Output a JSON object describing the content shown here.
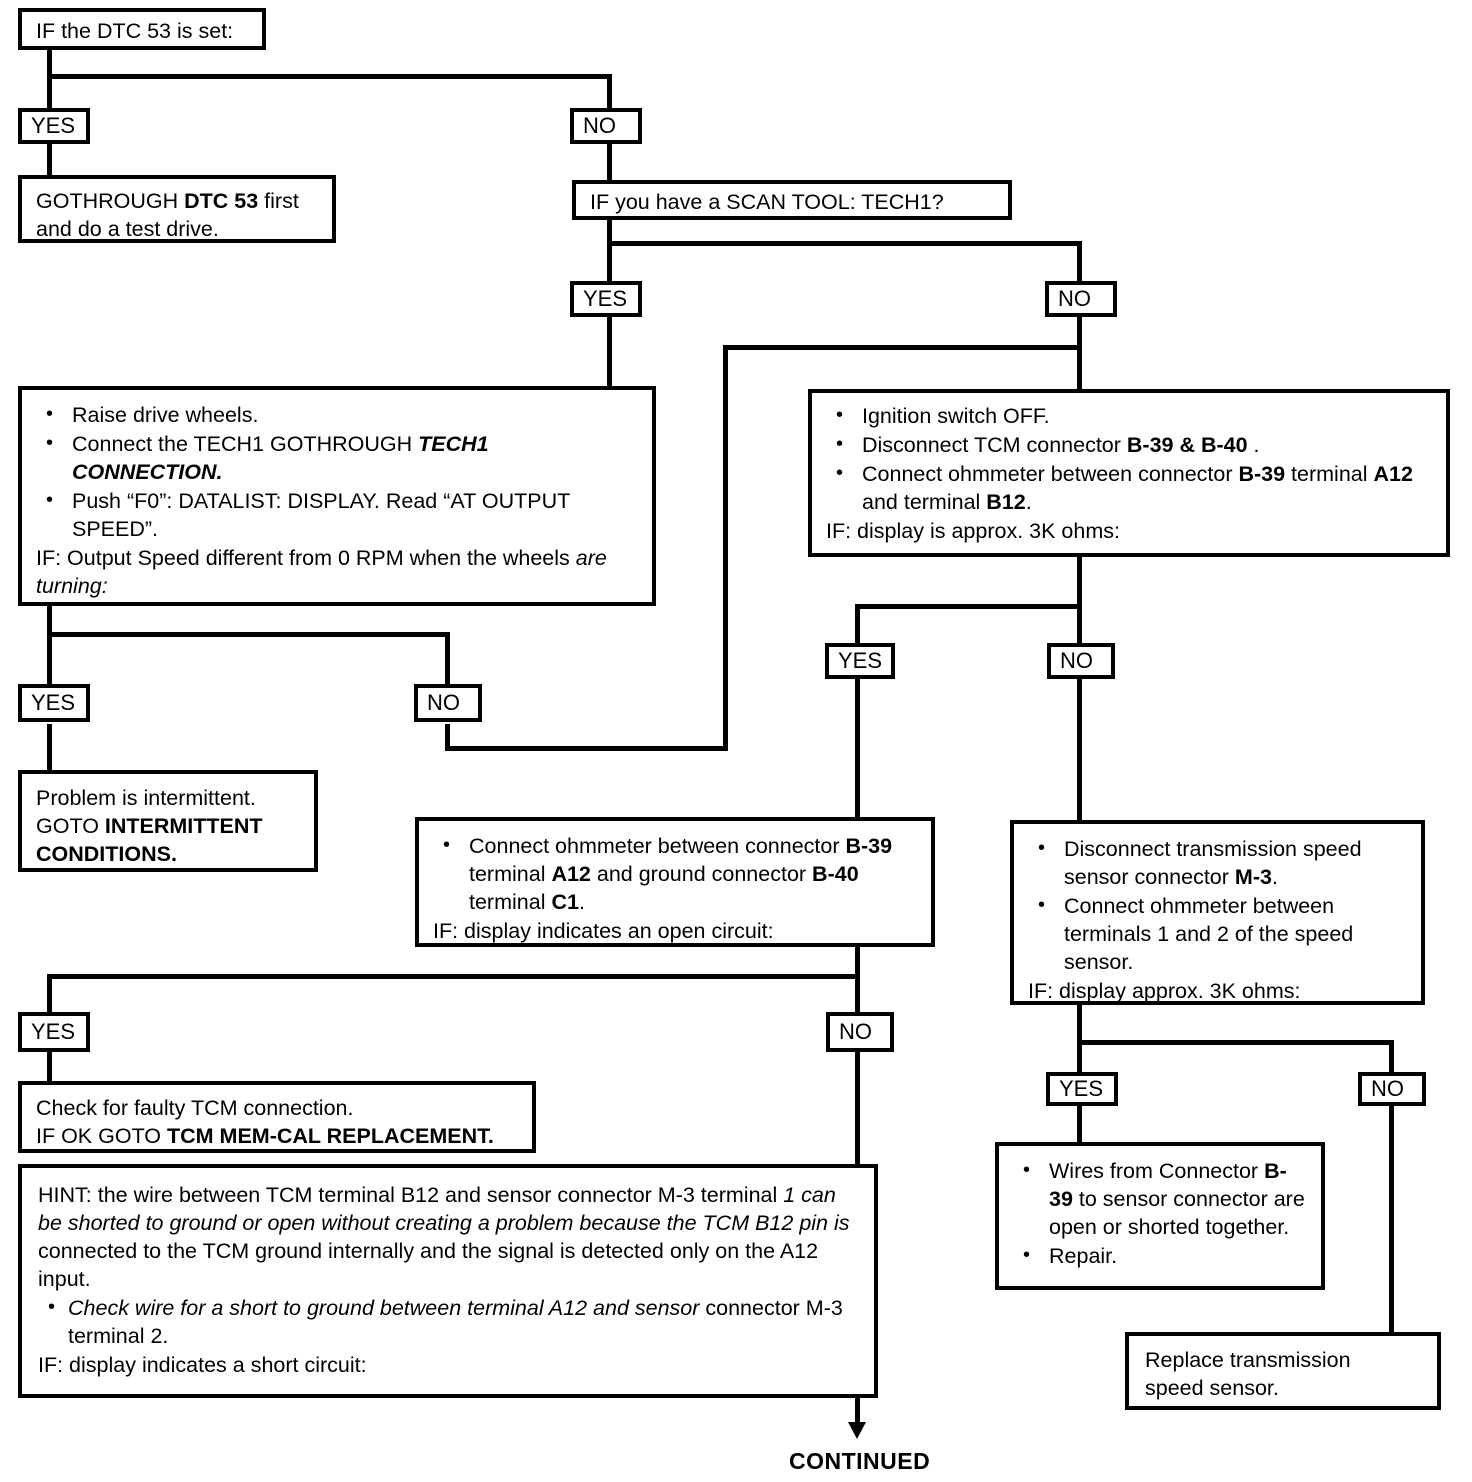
{
  "title": "DTC 53 Transmission Speed Sensor Diagnostic Flowchart",
  "nodes": {
    "start": {
      "text": "IF the DTC 53 is set:"
    },
    "yes1": {
      "label": "YES"
    },
    "no1": {
      "label": "NO"
    },
    "gothrough": {
      "line1_a": "GOTHROUGH ",
      "line1_b": "DTC 53",
      "line1_c": " first",
      "line2": "and do a test drive."
    },
    "scantool": {
      "text": "IF you have a SCAN TOOL: TECH1?"
    },
    "yes2": {
      "label": "YES"
    },
    "no2": {
      "label": "NO"
    },
    "tech_steps": {
      "b1": "Raise drive wheels.",
      "b2_a": "Connect the TECH1 GOTHROUGH ",
      "b2_b": "TECH1 CONNECTION.",
      "b3": "Push “F0”:  DATALIST: DISPLAY.  Read “AT OUTPUT SPEED”.",
      "tail_a": "IF: Output Speed different from 0 RPM when the wheels ",
      "tail_b": "are turning:"
    },
    "ignition_steps": {
      "b1": "Ignition switch OFF.",
      "b2_a": "Disconnect TCM connector ",
      "b2_b": "B-39 & B-40",
      "b2_c": " .",
      "b3_a": "Connect ohmmeter between connector ",
      "b3_b": "B-39",
      "b3_c": " terminal ",
      "b3_d": "A12",
      "b3_e": " and terminal ",
      "b3_f": "B12",
      "b3_g": ".",
      "tail": "IF: display is approx. 3K ohms:"
    },
    "yes3": {
      "label": "YES"
    },
    "no3": {
      "label": "NO"
    },
    "yes4": {
      "label": "YES"
    },
    "no4": {
      "label": "NO"
    },
    "intermittent": {
      "line1": "Problem is intermittent.",
      "line2_a": "GOTO ",
      "line2_b": "INTERMITTENT CONDITIONS."
    },
    "ohm_ground": {
      "b1_a": "Connect ohmmeter between connector ",
      "b1_b": "B-39",
      "b1_c": " terminal ",
      "b1_d": "A12",
      "b1_e": " and ground connector ",
      "b1_f": "B-40",
      "b1_g": " terminal ",
      "b1_h": "C1",
      "b1_i": ".",
      "tail": "IF:  display indicates an open circuit:"
    },
    "sensor_steps": {
      "b1_a": "Disconnect transmission speed sensor connector ",
      "b1_b": "M-3",
      "b1_c": ".",
      "b2": "Connect ohmmeter between terminals 1 and 2 of the speed sensor.",
      "tail": "IF: display approx. 3K ohms:"
    },
    "yes5": {
      "label": "YES"
    },
    "no5": {
      "label": "NO"
    },
    "yes6": {
      "label": "YES"
    },
    "no6": {
      "label": "NO"
    },
    "tcm_check": {
      "line1": "Check for faulty TCM connection.",
      "line2_a": "IF OK GOTO ",
      "line2_b": "TCM MEM-CAL REPLACEMENT."
    },
    "hint": {
      "p_a": "HINT:  the wire between TCM terminal B12 and sensor connector M-3 terminal ",
      "p_b": "1 can be shorted to ground or open without creating a problem because the TCM B12 pin is ",
      "p_c": "connected to the TCM ground internally and the signal is detected only on the A12 input.",
      "b1_a": "Check wire for a short to ground between terminal A12 and sensor ",
      "b1_b": "connector M-3 terminal 2.",
      "tail": "IF: display indicates a short circuit:"
    },
    "wires_open": {
      "b1_a": "Wires from Connector ",
      "b1_b": "B-39",
      "b1_c": " to sensor connector are open or shorted together.",
      "b2": "Repair."
    },
    "replace_sensor": {
      "line1": "Replace transmission",
      "line2": "speed sensor."
    },
    "continued": {
      "label": "CONTINUED"
    }
  },
  "colors": {
    "ink": "#000000",
    "paper": "#ffffff"
  }
}
